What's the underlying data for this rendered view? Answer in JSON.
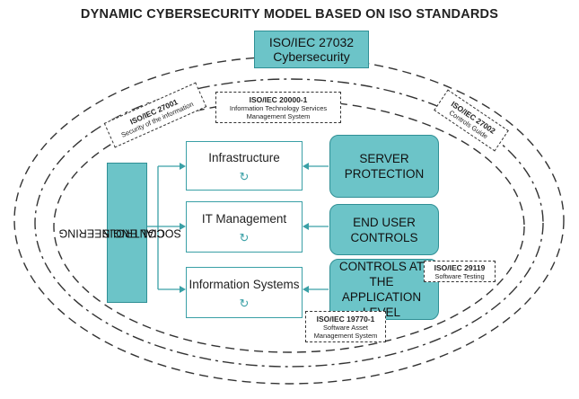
{
  "title": "DYNAMIC CYBERSECURITY MODEL BASED ON ISO STANDARDS",
  "top_standard": {
    "line1": "ISO/IEC 27032",
    "line2": "Cybersecurity"
  },
  "ring_labels": {
    "iso27001": {
      "code": "ISO/IEC 27001",
      "text": "Security of the information"
    },
    "iso20000": {
      "code": "ISO/IEC 20000-1",
      "text1": "Information Technology Services",
      "text2": "Management System"
    },
    "iso27002": {
      "code": "ISO/IEC 27002",
      "text": "Controls Guide"
    }
  },
  "social": {
    "line1": "SOCIAL ENGINEERING",
    "line2": "CONTROLS"
  },
  "layers": [
    {
      "label": "Infrastructure",
      "icon": "cycle-icon",
      "glyph": "↻"
    },
    {
      "label": "IT Management",
      "icon": "cycle-icon",
      "glyph": "↻"
    },
    {
      "label": "Information Systems",
      "icon": "cycle-icon",
      "glyph": "↻"
    }
  ],
  "controls": [
    {
      "line1": "SERVER",
      "line2": "PROTECTION"
    },
    {
      "line1": "END USER",
      "line2": "CONTROLS"
    },
    {
      "line1": "CONTROLS AT",
      "line2": "THE APPLICATION",
      "line3": "LEVEL"
    }
  ],
  "tags": {
    "iso29119": {
      "code": "ISO/IEC 29119",
      "text": "Software Testing"
    },
    "iso19770": {
      "code": "ISO/IEC 19770-1",
      "text1": "Software Asset",
      "text2": "Management System"
    }
  },
  "colors": {
    "teal_fill": "#6cc4c8",
    "teal_border": "#2f8f95",
    "box_border": "#3aa0a6"
  }
}
